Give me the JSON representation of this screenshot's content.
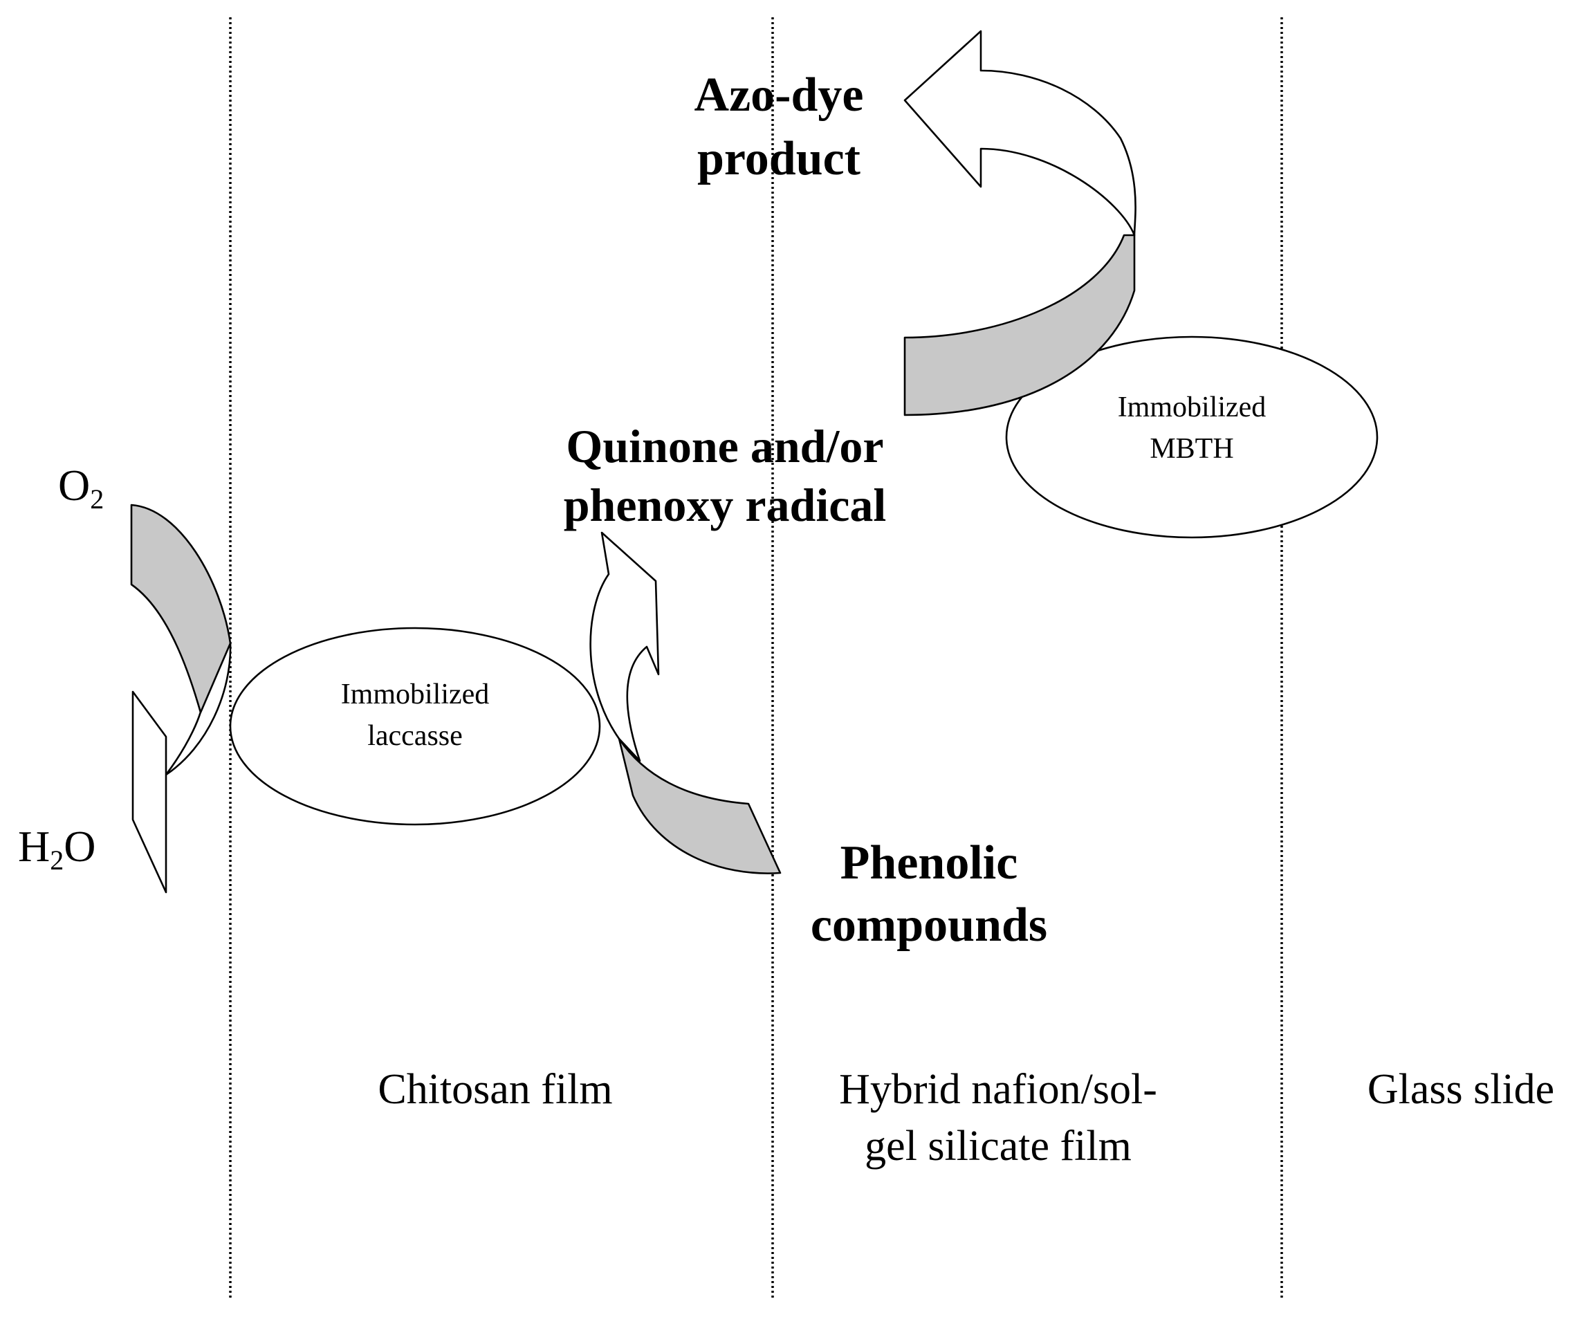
{
  "labels": {
    "o2_main": "O",
    "o2_sub": "2",
    "h2o_h": "H",
    "h2o_sub": "2",
    "h2o_o": "O",
    "azo_line1": "Azo-dye",
    "azo_line2": "product",
    "quinone_line1": "Quinone and/or",
    "quinone_line2": "phenoxy radical",
    "phenolic_line1": "Phenolic",
    "phenolic_line2": "compounds",
    "laccase_line1": "Immobilized",
    "laccase_line2": "laccasse",
    "mbth_line1": "Immobilized",
    "mbth_line2": "MBTH"
  },
  "layers": {
    "chitosan": "Chitosan film",
    "hybrid_line1": "Hybrid nafion/sol-",
    "hybrid_line2": "gel silicate film",
    "glass": "Glass slide"
  },
  "colors": {
    "arrow_fill": "#c8c8c8",
    "line": "#000000",
    "background": "#ffffff"
  }
}
